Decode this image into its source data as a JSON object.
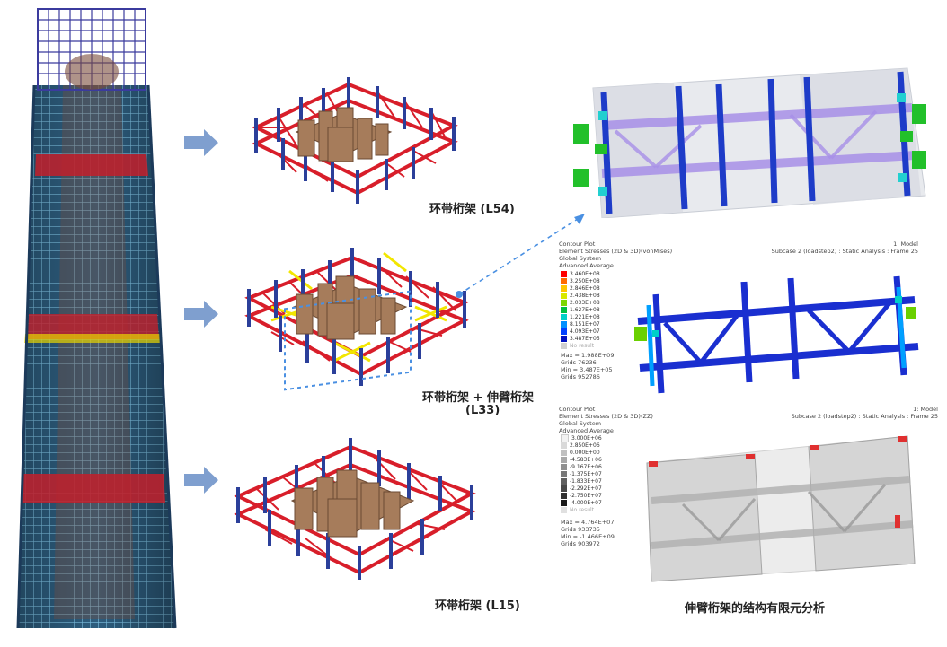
{
  "labels": {
    "truss_l54": "环带桁架 (L54)",
    "truss_l33_line1": "环带桁架 + 伸臂桁架",
    "truss_l33_line2": "(L33)",
    "truss_l15": "环带桁架 (L15)",
    "fea_caption": "伸臂桁架的结构有限元分析"
  },
  "contour_top": {
    "left_lines": [
      "Contour Plot",
      "Element Stresses (2D & 3D)(vonMises)",
      "Global System",
      "Advanced Average"
    ],
    "right_lines": [
      "1: Model",
      "Subcase 2 (loadstep2) : Static Analysis : Frame 25"
    ],
    "legend": [
      {
        "value": "3.460E+08",
        "color": "#ff0000"
      },
      {
        "value": "3.250E+08",
        "color": "#ff6a00"
      },
      {
        "value": "2.846E+08",
        "color": "#ffc400"
      },
      {
        "value": "2.438E+08",
        "color": "#d8e800"
      },
      {
        "value": "2.033E+08",
        "color": "#7ed600"
      },
      {
        "value": "1.627E+08",
        "color": "#00c040"
      },
      {
        "value": "1.221E+08",
        "color": "#00d0c8"
      },
      {
        "value": "8.151E+07",
        "color": "#0090ff"
      },
      {
        "value": "4.093E+07",
        "color": "#0040ff"
      },
      {
        "value": "3.487E+05",
        "color": "#0010c0"
      }
    ],
    "no_result": "No result",
    "stats": [
      "Max = 1.988E+09",
      "Grids 76236",
      "Min = 3.487E+05",
      "Grids 952786"
    ]
  },
  "contour_bottom": {
    "left_lines": [
      "Contour Plot",
      "Element Stresses (2D & 3D)(ZZ)",
      "Global System",
      "Advanced Average"
    ],
    "right_lines": [
      "1: Model",
      "Subcase 2 (loadstep2) : Static Analysis : Frame 25"
    ],
    "legend": [
      {
        "value": "3.000E+06",
        "color": "#f2f2f2"
      },
      {
        "value": "2.850E+06",
        "color": "#d9d9d9"
      },
      {
        "value": "0.000E+00",
        "color": "#c0c0c0"
      },
      {
        "value": "-4.583E+06",
        "color": "#a8a8a8"
      },
      {
        "value": "-9.167E+06",
        "color": "#909090"
      },
      {
        "value": "-1.375E+07",
        "color": "#787878"
      },
      {
        "value": "-1.833E+07",
        "color": "#606060"
      },
      {
        "value": "-2.292E+07",
        "color": "#484848"
      },
      {
        "value": "-2.750E+07",
        "color": "#303030"
      },
      {
        "value": "-4.000E+07",
        "color": "#181818"
      }
    ],
    "no_result": "No result",
    "stats": [
      "Max = 4.764E+07",
      "Grids 933735",
      "Min = -1.466E+09",
      "Grids 903972"
    ]
  },
  "colors": {
    "arrow": "#7f9fcf",
    "dashed_callout": "#4a90e2",
    "ring_truss": "#d81e2a",
    "column": "#2b3f9a",
    "outrigger": "#f2e600",
    "core": "#a67c5b",
    "tower_frame": "#4a90b8"
  }
}
